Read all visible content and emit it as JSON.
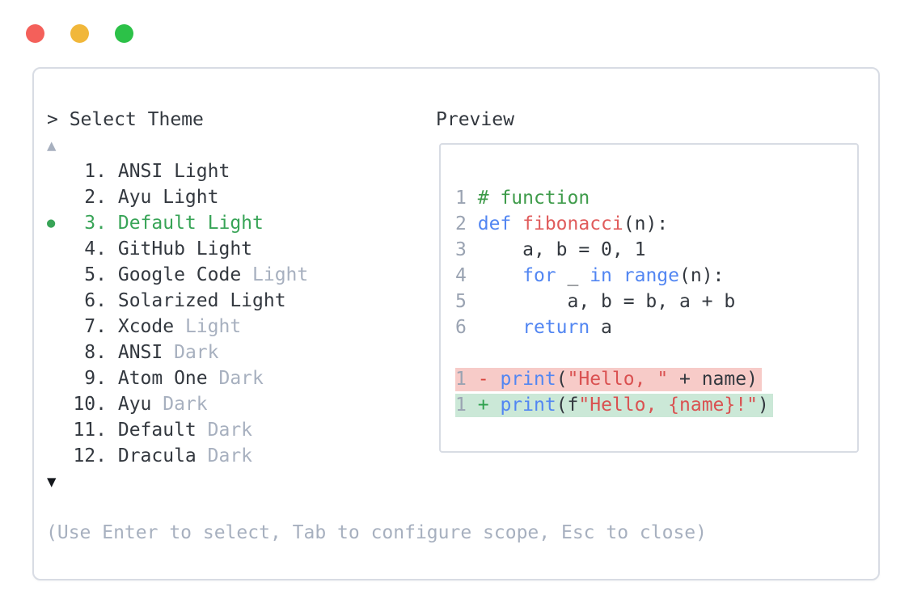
{
  "colors": {
    "text": "#33383f",
    "muted": "#a7b0bf",
    "sel-green": "#38a457",
    "border": "#d8dce4",
    "lnum": "#9aa3b2",
    "comment": "#3e9b4a",
    "keyword": "#5286f2",
    "func": "#e05c5c",
    "string": "#da5151",
    "minus": "#d9453e",
    "plus": "#2fa14e",
    "bg-removed": "#f7cbc8",
    "bg-added": "#cbe8d7",
    "tl-red": "#f4605a",
    "tl-yellow": "#f1b73a",
    "tl-green": "#2cc148"
  },
  "window_controls": {
    "close": "close",
    "minimize": "minimize",
    "maximize": "maximize"
  },
  "theme_selector": {
    "prompt_symbol": ">",
    "title": "Select Theme",
    "scroll_up_icon": "▲",
    "scroll_down_icon": "▼",
    "selected_bullet": "●",
    "items": [
      {
        "number": "1.",
        "main": "ANSI Light",
        "muted": "",
        "selected": false
      },
      {
        "number": "2.",
        "main": "Ayu Light",
        "muted": "",
        "selected": false
      },
      {
        "number": "3.",
        "main": "Default Light",
        "muted": "",
        "selected": true
      },
      {
        "number": "4.",
        "main": "GitHub Light",
        "muted": "",
        "selected": false
      },
      {
        "number": "5.",
        "main": "Google Code",
        "muted": "Light",
        "selected": false
      },
      {
        "number": "6.",
        "main": "Solarized Light",
        "muted": "",
        "selected": false
      },
      {
        "number": "7.",
        "main": "Xcode",
        "muted": "Light",
        "selected": false
      },
      {
        "number": "8.",
        "main": "ANSI",
        "muted": "Dark",
        "selected": false
      },
      {
        "number": "9.",
        "main": "Atom One",
        "muted": "Dark",
        "selected": false
      },
      {
        "number": "10.",
        "main": "Ayu",
        "muted": "Dark",
        "selected": false
      },
      {
        "number": "11.",
        "main": "Default",
        "muted": "Dark",
        "selected": false
      },
      {
        "number": "12.",
        "main": "Dracula",
        "muted": "Dark",
        "selected": false
      }
    ],
    "hint": "(Use Enter to select, Tab to configure scope, Esc to close)"
  },
  "preview": {
    "title": "Preview",
    "lines": [
      {
        "highlight": "none",
        "tokens": [
          [
            "lnum",
            "1"
          ],
          [
            "plain",
            " "
          ],
          [
            "comment",
            "# function"
          ]
        ]
      },
      {
        "highlight": "none",
        "tokens": [
          [
            "lnum",
            "2"
          ],
          [
            "plain",
            " "
          ],
          [
            "keyword",
            "def"
          ],
          [
            "plain",
            " "
          ],
          [
            "func",
            "fibonacci"
          ],
          [
            "plain",
            "(n):"
          ]
        ]
      },
      {
        "highlight": "none",
        "tokens": [
          [
            "lnum",
            "3"
          ],
          [
            "plain",
            "     a, b = 0, 1"
          ]
        ]
      },
      {
        "highlight": "none",
        "tokens": [
          [
            "lnum",
            "4"
          ],
          [
            "plain",
            "     "
          ],
          [
            "keyword",
            "for"
          ],
          [
            "plain",
            " _ "
          ],
          [
            "keyword",
            "in"
          ],
          [
            "plain",
            " "
          ],
          [
            "keyword",
            "range"
          ],
          [
            "plain",
            "(n):"
          ]
        ]
      },
      {
        "highlight": "none",
        "tokens": [
          [
            "lnum",
            "5"
          ],
          [
            "plain",
            "         a, b = b, a + b"
          ]
        ]
      },
      {
        "highlight": "none",
        "tokens": [
          [
            "lnum",
            "6"
          ],
          [
            "plain",
            "     "
          ],
          [
            "keyword",
            "return"
          ],
          [
            "plain",
            " a"
          ]
        ]
      },
      {
        "highlight": "none",
        "tokens": []
      },
      {
        "highlight": "removed",
        "tokens": [
          [
            "lnum",
            "1"
          ],
          [
            "plain",
            " "
          ],
          [
            "minus",
            "-"
          ],
          [
            "plain",
            " "
          ],
          [
            "keyword",
            "print"
          ],
          [
            "plain",
            "("
          ],
          [
            "string",
            "\"Hello, \""
          ],
          [
            "plain",
            " + name)"
          ]
        ]
      },
      {
        "highlight": "added",
        "tokens": [
          [
            "lnum",
            "1"
          ],
          [
            "plain",
            " "
          ],
          [
            "plus",
            "+"
          ],
          [
            "plain",
            " "
          ],
          [
            "keyword",
            "print"
          ],
          [
            "plain",
            "(f"
          ],
          [
            "string",
            "\"Hello, {name}!\""
          ],
          [
            "plain",
            ")"
          ]
        ]
      }
    ]
  }
}
